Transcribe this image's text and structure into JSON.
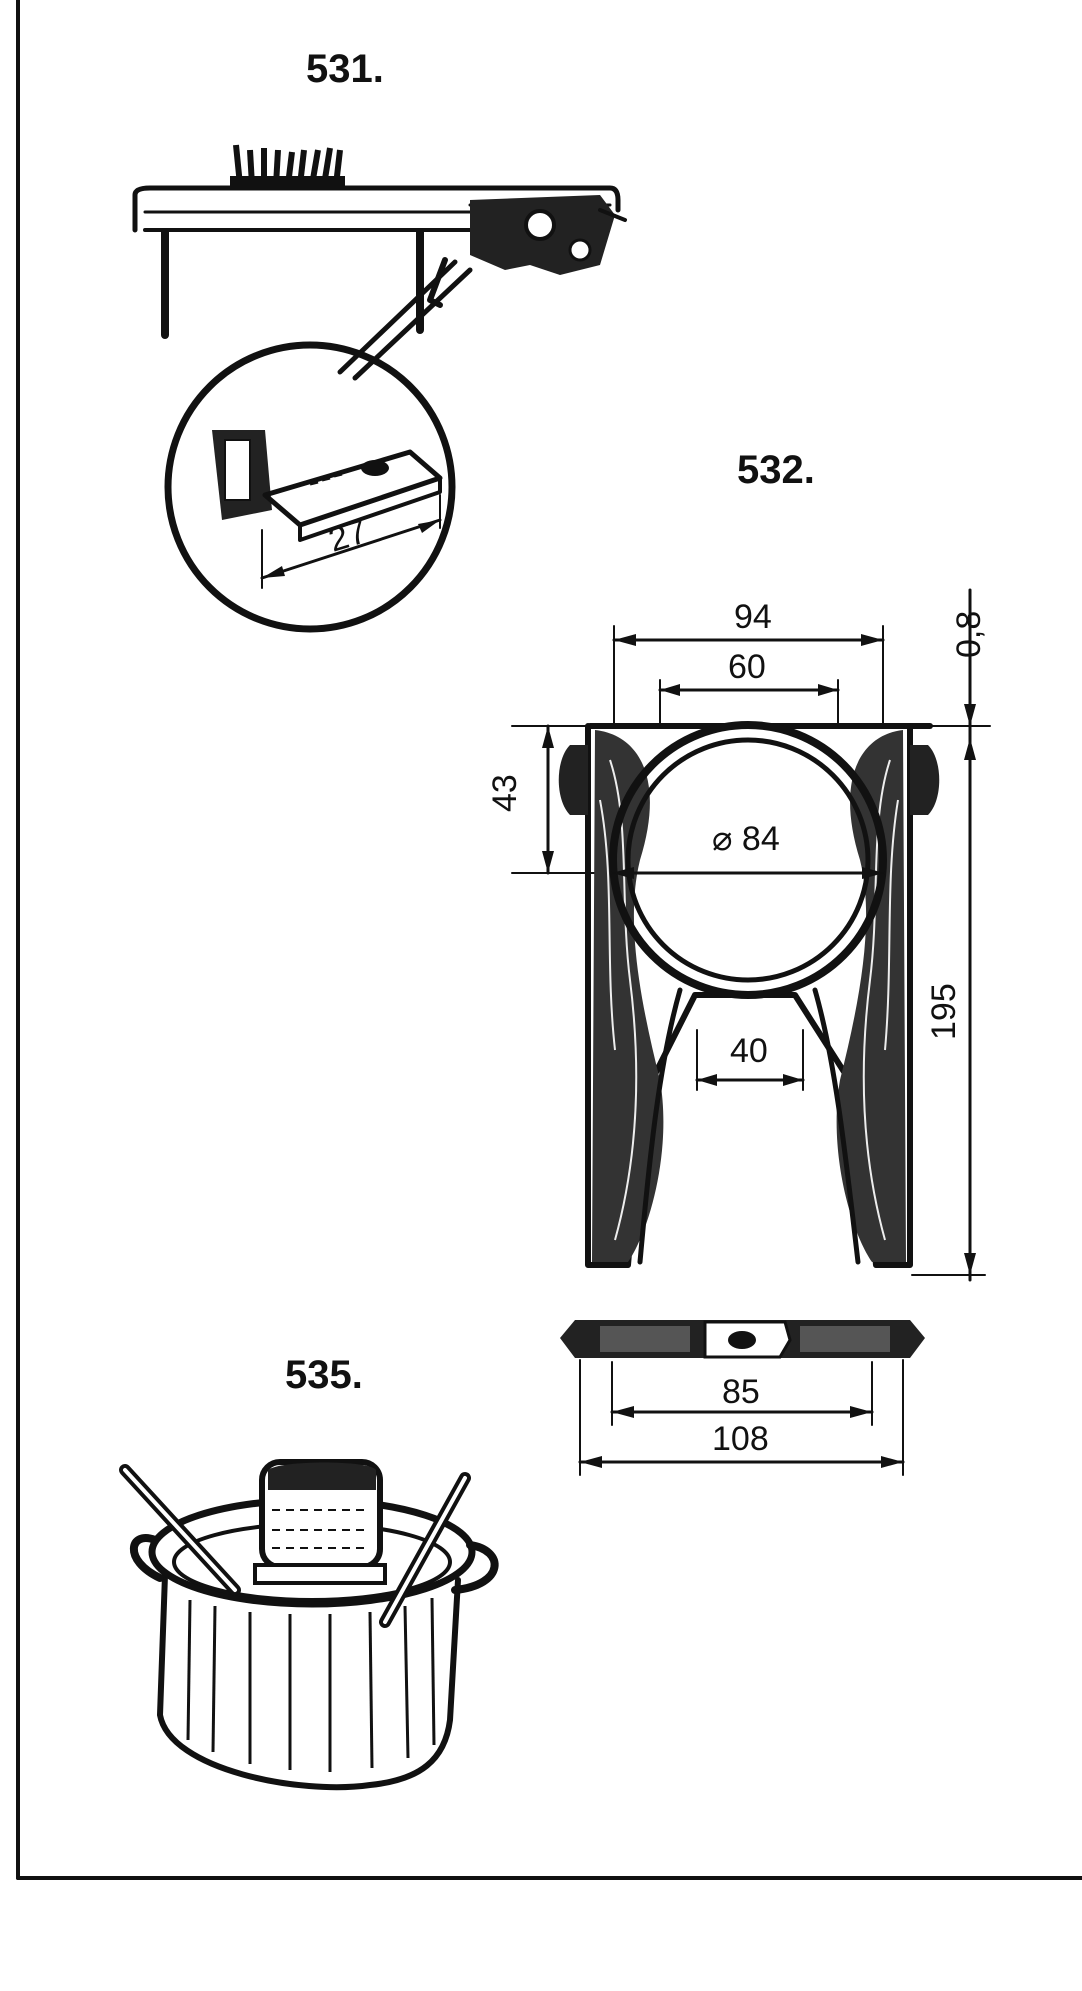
{
  "figures": {
    "fig531": {
      "label": "531.",
      "detail_dimension": "27"
    },
    "fig532": {
      "label": "532.",
      "dimensions": {
        "top_outer": "94",
        "top_inner": "60",
        "thickness": "0,8",
        "height_upper": "43",
        "ring_diameter": "⌀ 84",
        "total_height": "195",
        "gap": "40",
        "base_inner": "85",
        "base_outer": "108"
      }
    },
    "fig535": {
      "label": "535."
    }
  },
  "colors": {
    "ink": "#111111",
    "paper": "#ffffff"
  }
}
